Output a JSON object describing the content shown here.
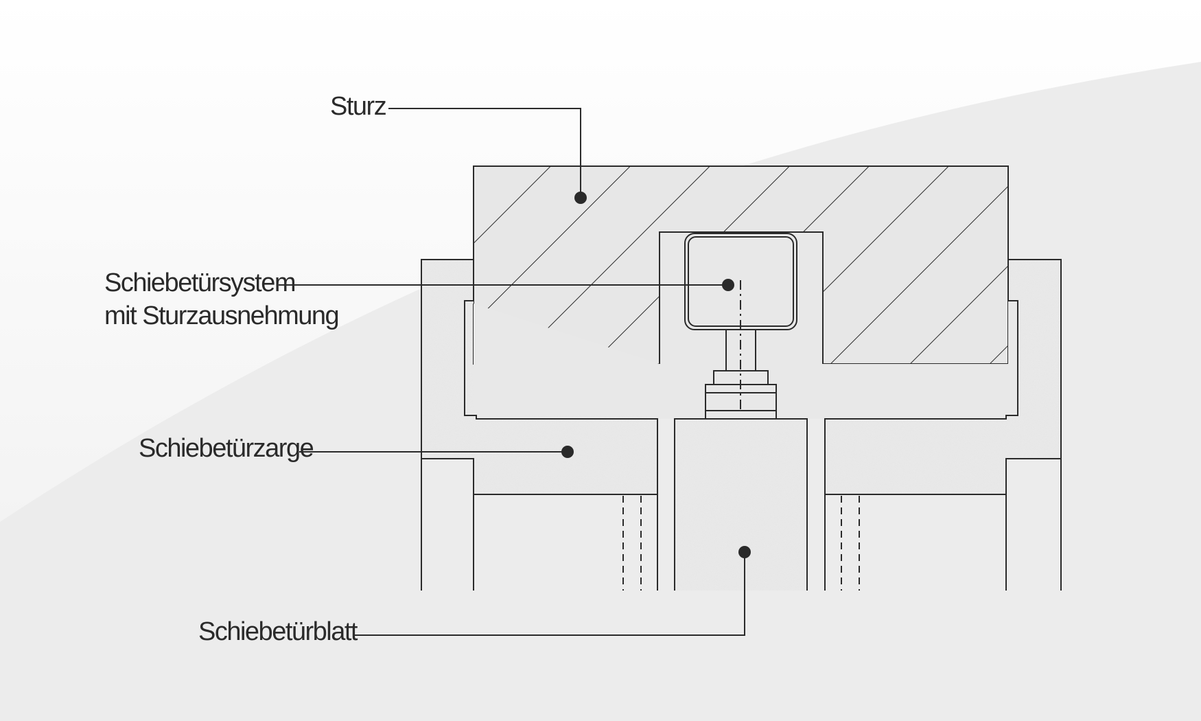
{
  "labels": {
    "sturz": "Sturz",
    "system_line1": "Schiebetürsystem",
    "system_line2": "mit Sturzausnehmung",
    "zarge": "Schiebetürzarge",
    "blatt": "Schiebetürblatt"
  },
  "colors": {
    "background": "#ececec",
    "line": "#2a2a2a",
    "fill_light": "#e8e8e8",
    "fill_speckle": "#ececec",
    "marker": "#2a2a2a"
  }
}
